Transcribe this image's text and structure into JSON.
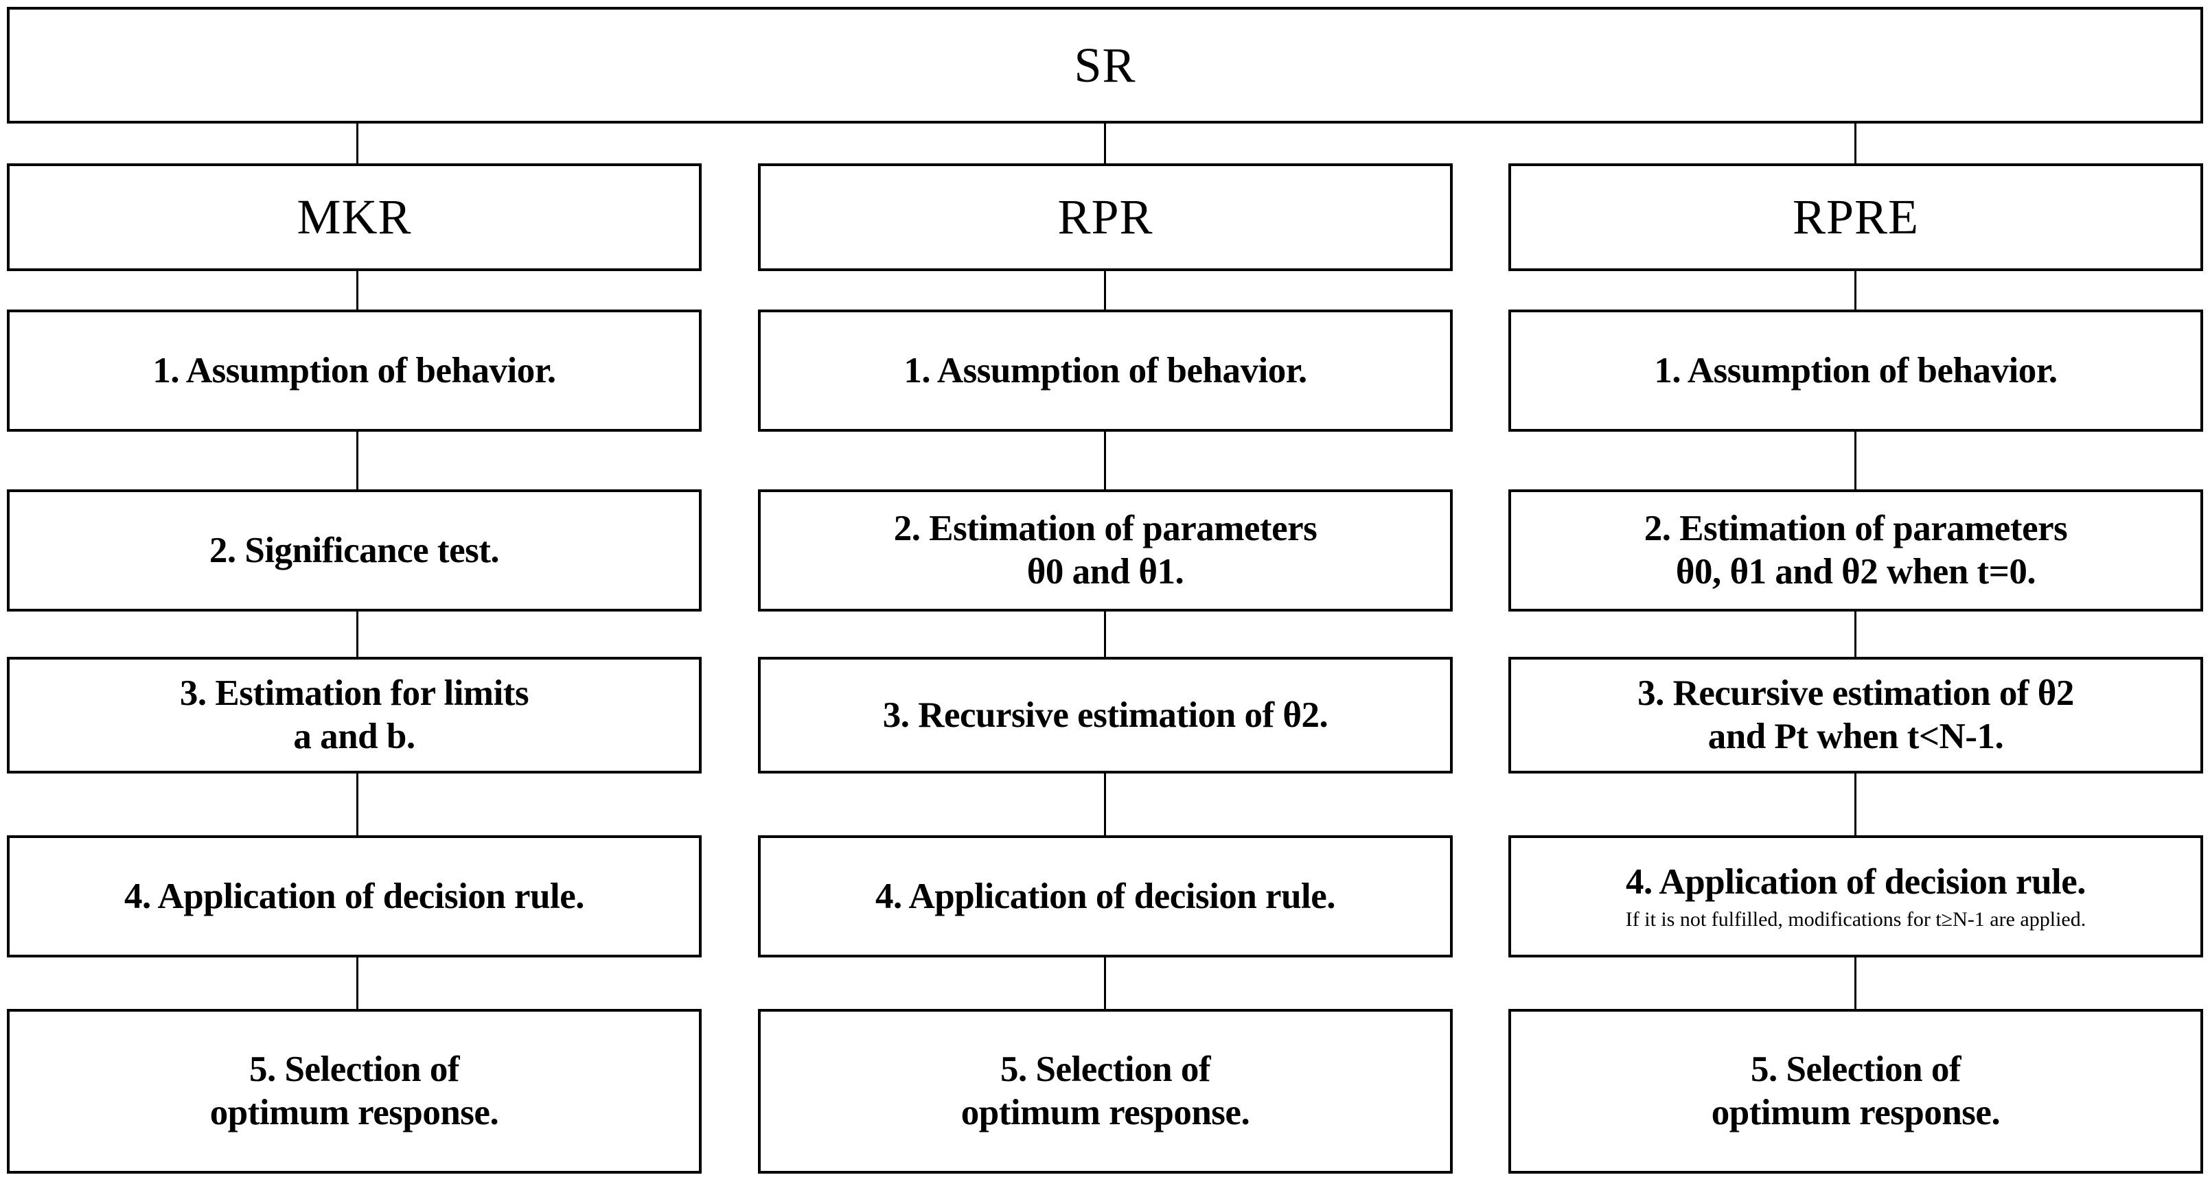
{
  "diagram": {
    "title": "SR",
    "root": {
      "label": "SR"
    },
    "columns": [
      {
        "id": "mkr",
        "header": "MKR",
        "steps": [
          {
            "text": "1. Assumption of behavior."
          },
          {
            "text": "2. Significance test."
          },
          {
            "text": "3. Estimation for limits",
            "text2": "a and b."
          },
          {
            "text": "4. Application of decision rule."
          },
          {
            "text": "5. Selection of",
            "text2": "optimum response."
          }
        ]
      },
      {
        "id": "rpr",
        "header": "RPR",
        "steps": [
          {
            "text": "1. Assumption of behavior."
          },
          {
            "text": "2. Estimation of parameters",
            "text2": "θ0 and θ1."
          },
          {
            "text": "3. Recursive estimation of θ2."
          },
          {
            "text": "4. Application of decision rule."
          },
          {
            "text": "5. Selection of",
            "text2": "optimum response."
          }
        ]
      },
      {
        "id": "rpre",
        "header": "RPRE",
        "steps": [
          {
            "text": "1. Assumption of behavior."
          },
          {
            "text": "2. Estimation of parameters",
            "text2": "θ0, θ1 and θ2 when t=0."
          },
          {
            "text": "3. Recursive estimation of θ2",
            "text2": "and Pt when t<N-1."
          },
          {
            "text": "4. Application of decision rule.",
            "note": "If it is not fulfilled, modifications for t≥N-1 are applied."
          },
          {
            "text": "5. Selection of",
            "text2": "optimum response."
          }
        ]
      }
    ],
    "colors": {
      "background": "#ffffff",
      "border": "#000000",
      "text": "#000000",
      "connector": "#000000"
    }
  }
}
